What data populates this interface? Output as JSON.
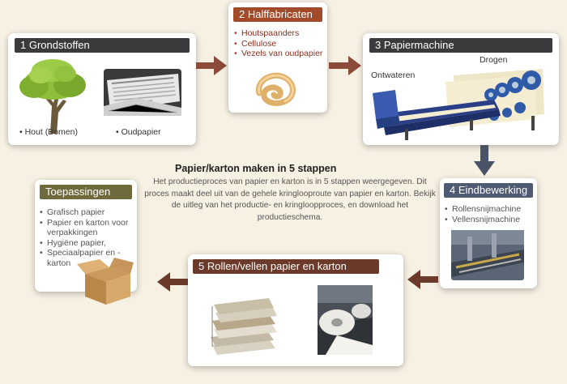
{
  "center": {
    "title": "Papier/karton maken in 5 stappen",
    "description": "Het productieproces van papier en karton is in 5 stappen weergegeven. Dit proces maakt deel uit van de gehele kringlooproute van papier en karton. Bekijk de uitleg van het productie- en kringloopproces, en download het productieschema."
  },
  "step1": {
    "title": "1 Grondstoffen",
    "label_tree": "• Hout (Bomen)",
    "label_paper": "• Oudpapier"
  },
  "step2": {
    "title": "2 Halffabricaten",
    "items": [
      "Houtspaanders",
      "Cellulose",
      "Vezels van oudpapier"
    ]
  },
  "step3": {
    "title": "3 Papiermachine",
    "label_dry": "Drogen",
    "label_dewater": "Ontwateren"
  },
  "step4": {
    "title": "4 Eindbewerking",
    "items": [
      "Rollensnijmachine",
      "Vellensnijmachine"
    ]
  },
  "step5": {
    "title": "5 Rollen/vellen papier en karton"
  },
  "applications": {
    "title": "Toepassingen",
    "items": [
      "Grafisch papier",
      "Papier en karton voor verpakkingen",
      "Hygiëne papier,",
      "Speciaalpapier en -karton"
    ]
  },
  "colors": {
    "background": "#f6f1e3",
    "arrow_brown": "#8b4a3a",
    "arrow_slate": "#4a5266",
    "header_dark": "#3a3a3c",
    "header_rust": "#a24b2a",
    "header_slate": "#4f5b72",
    "header_olive": "#6f6a3c"
  }
}
